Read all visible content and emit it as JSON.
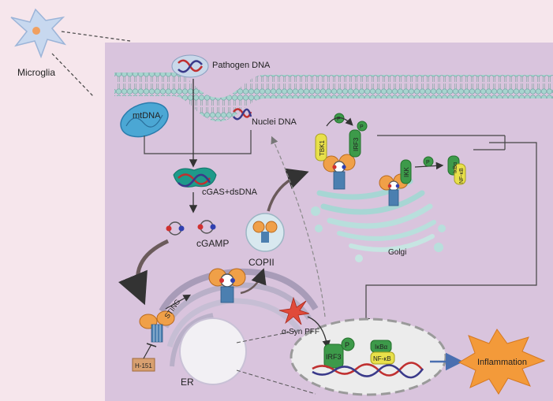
{
  "labels": {
    "microglia": "Microglia",
    "pathogen_dna": "Pathogen DNA",
    "mtdna": "mtDNA",
    "nuclei_dna": "Nuclei DNA",
    "cgas_dsdna": "cGAS+dsDNA",
    "cgamp": "cGAMP",
    "copii": "COPII",
    "sting": "STING",
    "h151": "H-151",
    "er": "ER",
    "tbk1": "TBK1",
    "irf3": "IRF3",
    "ikk": "IKK",
    "ikba": "IκBα",
    "nfkb": "NF-κB",
    "p": "P",
    "golgi": "Golgi",
    "asyn_pff": "α-Syn PFF",
    "inflammation": "Inflammation"
  },
  "colors": {
    "background": "#f6e6ec",
    "cell_fill": "#d9c4dd",
    "membrane_head": "#a8d4cf",
    "sting_orange": "#f0a048",
    "protein_green": "#3d9a4a",
    "protein_yellow": "#e8e04a",
    "inflammation": "#f39a3a",
    "h151_box": "#d8a070"
  }
}
